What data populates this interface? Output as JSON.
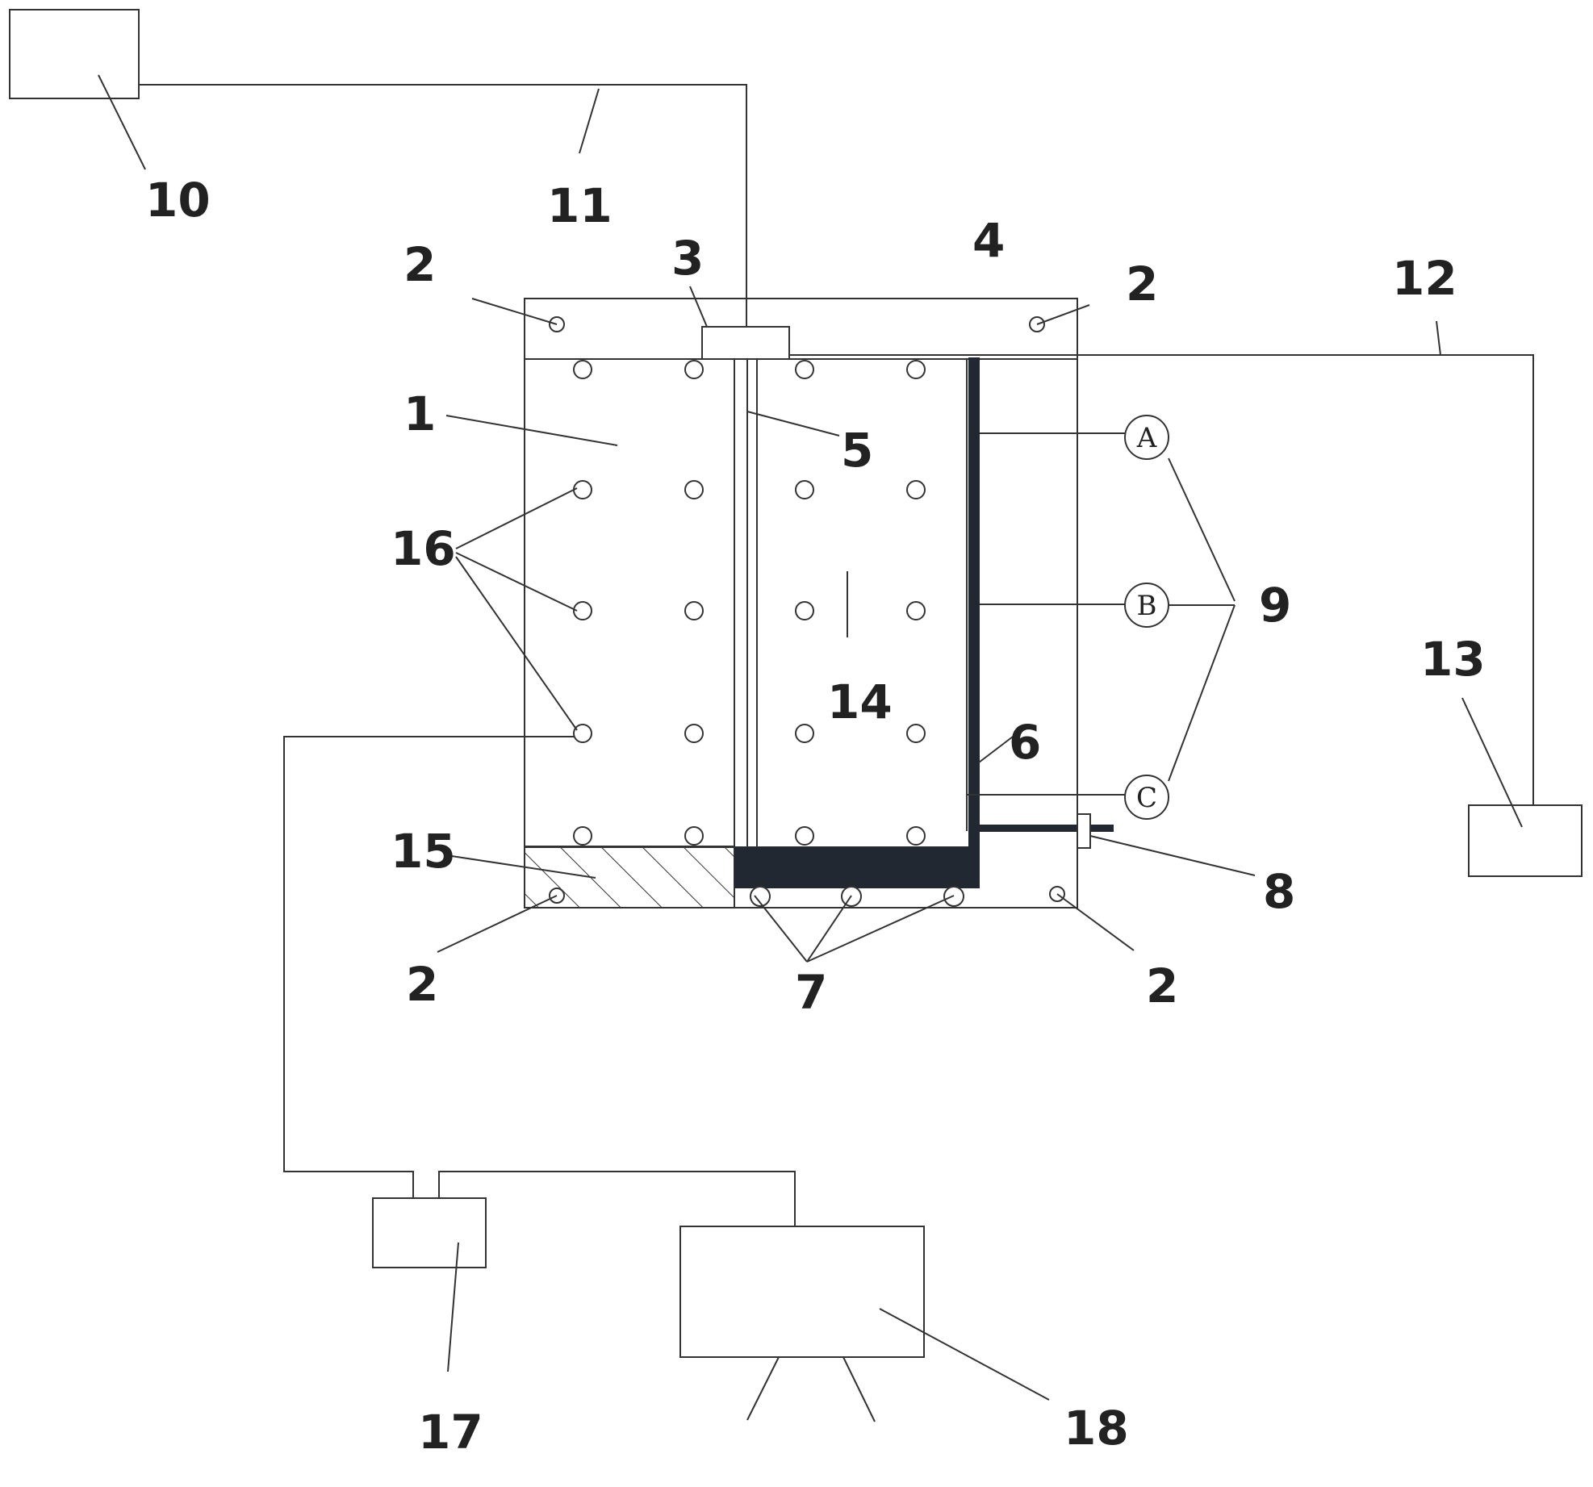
{
  "labels": {
    "l1": "1",
    "l2a": "2",
    "l2b": "2",
    "l2c": "2",
    "l2d": "2",
    "l3": "3",
    "l4": "4",
    "l5": "5",
    "l6": "6",
    "l7": "7",
    "l8": "8",
    "l9": "9",
    "l10": "10",
    "l11": "11",
    "l12": "12",
    "l13": "13",
    "l14": "14",
    "l15": "15",
    "l16": "16",
    "l17": "17",
    "l18": "18"
  },
  "sensors": {
    "a": "A",
    "b": "B",
    "c": "C"
  },
  "colors": {
    "line": "#333333",
    "plate": "#222831",
    "background": "#ffffff"
  }
}
